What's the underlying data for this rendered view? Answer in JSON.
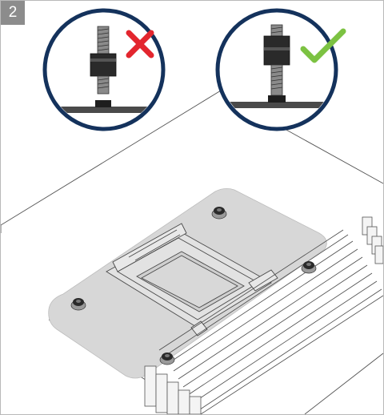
{
  "step": {
    "number": "2"
  },
  "callouts": [
    {
      "name": "incorrect-standoff-orientation",
      "verdict": "wrong",
      "verdict_color": "#e3262e",
      "ring_color": "#14325c"
    },
    {
      "name": "correct-standoff-orientation",
      "verdict": "right",
      "verdict_color": "#7cc242",
      "ring_color": "#14325c"
    }
  ],
  "icons": {
    "wrong": "cross-mark-icon",
    "right": "check-mark-icon",
    "standoff": "standoff-screw-icon"
  },
  "colors": {
    "line_art": "#555555",
    "board_plate": "#d7d7d7",
    "standoff_dark": "#2a2a2a"
  }
}
